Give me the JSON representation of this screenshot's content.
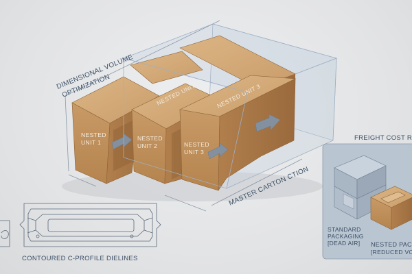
{
  "labels": {
    "dimensional_line1": "DIMENSIONAL VOLUME",
    "dimensional_line2": "OPTIMIZATION",
    "master_carton": "MASTER CARTON CTION",
    "dielines": "CONTOURED C-PROFILE DIELINES",
    "freight_title": "FREIGHT COST RED",
    "standard_line1": "STANDARD",
    "standard_line2": "PACKAGING",
    "standard_line3": "[DEAD AIR]",
    "nested_line1": "NESTED PACK",
    "nested_line2": "[REDUCED VOLU"
  },
  "units": [
    {
      "front_line1": "NESTED",
      "front_line2": "UNIT 1"
    },
    {
      "front_line1": "NESTED",
      "front_line2": "UNIT 2",
      "top_label": "NESTED UNIT 2"
    },
    {
      "front_line1": "NESTED",
      "front_line2": "UNIT 3",
      "top_label": "NESTED UNIT 3"
    }
  ],
  "colors": {
    "cardboard_top": "#d3ab7c",
    "cardboard_front": "#c39462",
    "cardboard_side": "#a8784a",
    "arrow": "#7f8b99",
    "panel": "#b7c3cf",
    "text": "#3b4f66"
  }
}
